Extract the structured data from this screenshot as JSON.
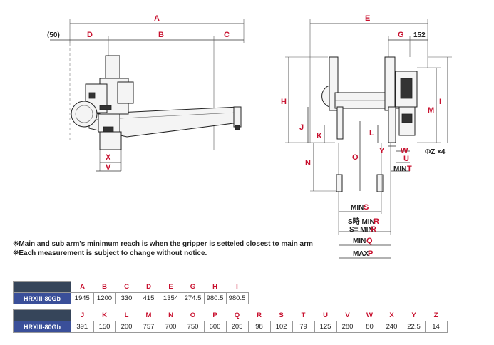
{
  "labels": {
    "A": "A",
    "B": "B",
    "C": "C",
    "D": "D",
    "E": "E",
    "G": "G",
    "H": "H",
    "I": "I",
    "J": "J",
    "K": "K",
    "L": "L",
    "M": "M",
    "N": "N",
    "O": "O",
    "V": "V",
    "X": "X",
    "Y": "Y",
    "W": "W",
    "U": "U",
    "offset50": "(50)",
    "g_small": "152",
    "phiz": "ΦZ ×4",
    "minT_pre": "MIN",
    "minT": "T",
    "minS_pre": "MIN",
    "minS": "S",
    "minR1_pre": "S時 MIN",
    "minR1": "R",
    "minR2_pre": "S= MIN",
    "minR2": "R",
    "minQ_pre": "MIN",
    "minQ": "Q",
    "maxP_pre": "MAX",
    "maxP": "P"
  },
  "notes": [
    "※Main and sub arm's minimum reach is when the gripper is setteled closest to main arm",
    "※Each measurement is subject to change without notice."
  ],
  "table1": {
    "model": "HRXIII-80Gb",
    "headers": [
      "A",
      "B",
      "C",
      "D",
      "E",
      "G",
      "H",
      "I"
    ],
    "values": [
      "1945",
      "1200",
      "330",
      "415",
      "1354",
      "274.5",
      "980.5",
      "980.5"
    ]
  },
  "table2": {
    "model": "HRXIII-80Gb",
    "headers": [
      "J",
      "K",
      "L",
      "M",
      "N",
      "O",
      "P",
      "Q",
      "R",
      "S",
      "T",
      "U",
      "V",
      "W",
      "X",
      "Y",
      "Z"
    ],
    "values": [
      "391",
      "150",
      "200",
      "757",
      "700",
      "750",
      "600",
      "205",
      "98",
      "102",
      "79",
      "125",
      "280",
      "80",
      "240",
      "22.5",
      "14"
    ]
  }
}
